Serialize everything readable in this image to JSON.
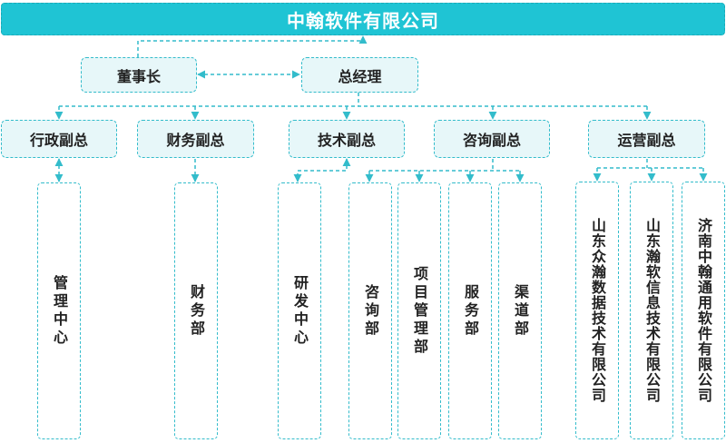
{
  "title": "中翰软件有限公司",
  "chairman": "董事长",
  "gm": "总经理",
  "vps": {
    "admin": "行政副总",
    "finance": "财务副总",
    "tech": "技术副总",
    "consult": "咨询副总",
    "ops": "运营副总"
  },
  "units": {
    "mgmt_center": "管理中心",
    "finance_dept": "财务部",
    "rd_center": "研发中心",
    "consult_dept": "咨询部",
    "pm_dept": "项目管理部",
    "service_dept": "服务部",
    "channel_dept": "渠道部",
    "sd_zhonghan_data": "山东众瀚数据技术有限公司",
    "sd_hanruan_info": "山东瀚软信息技术有限公司",
    "jn_zhonghan_general": "济南中翰通用软件有限公司"
  },
  "colors": {
    "accent": "#1fc4d4",
    "line": "#33bccb",
    "box_fill": "#e7f7f9"
  }
}
